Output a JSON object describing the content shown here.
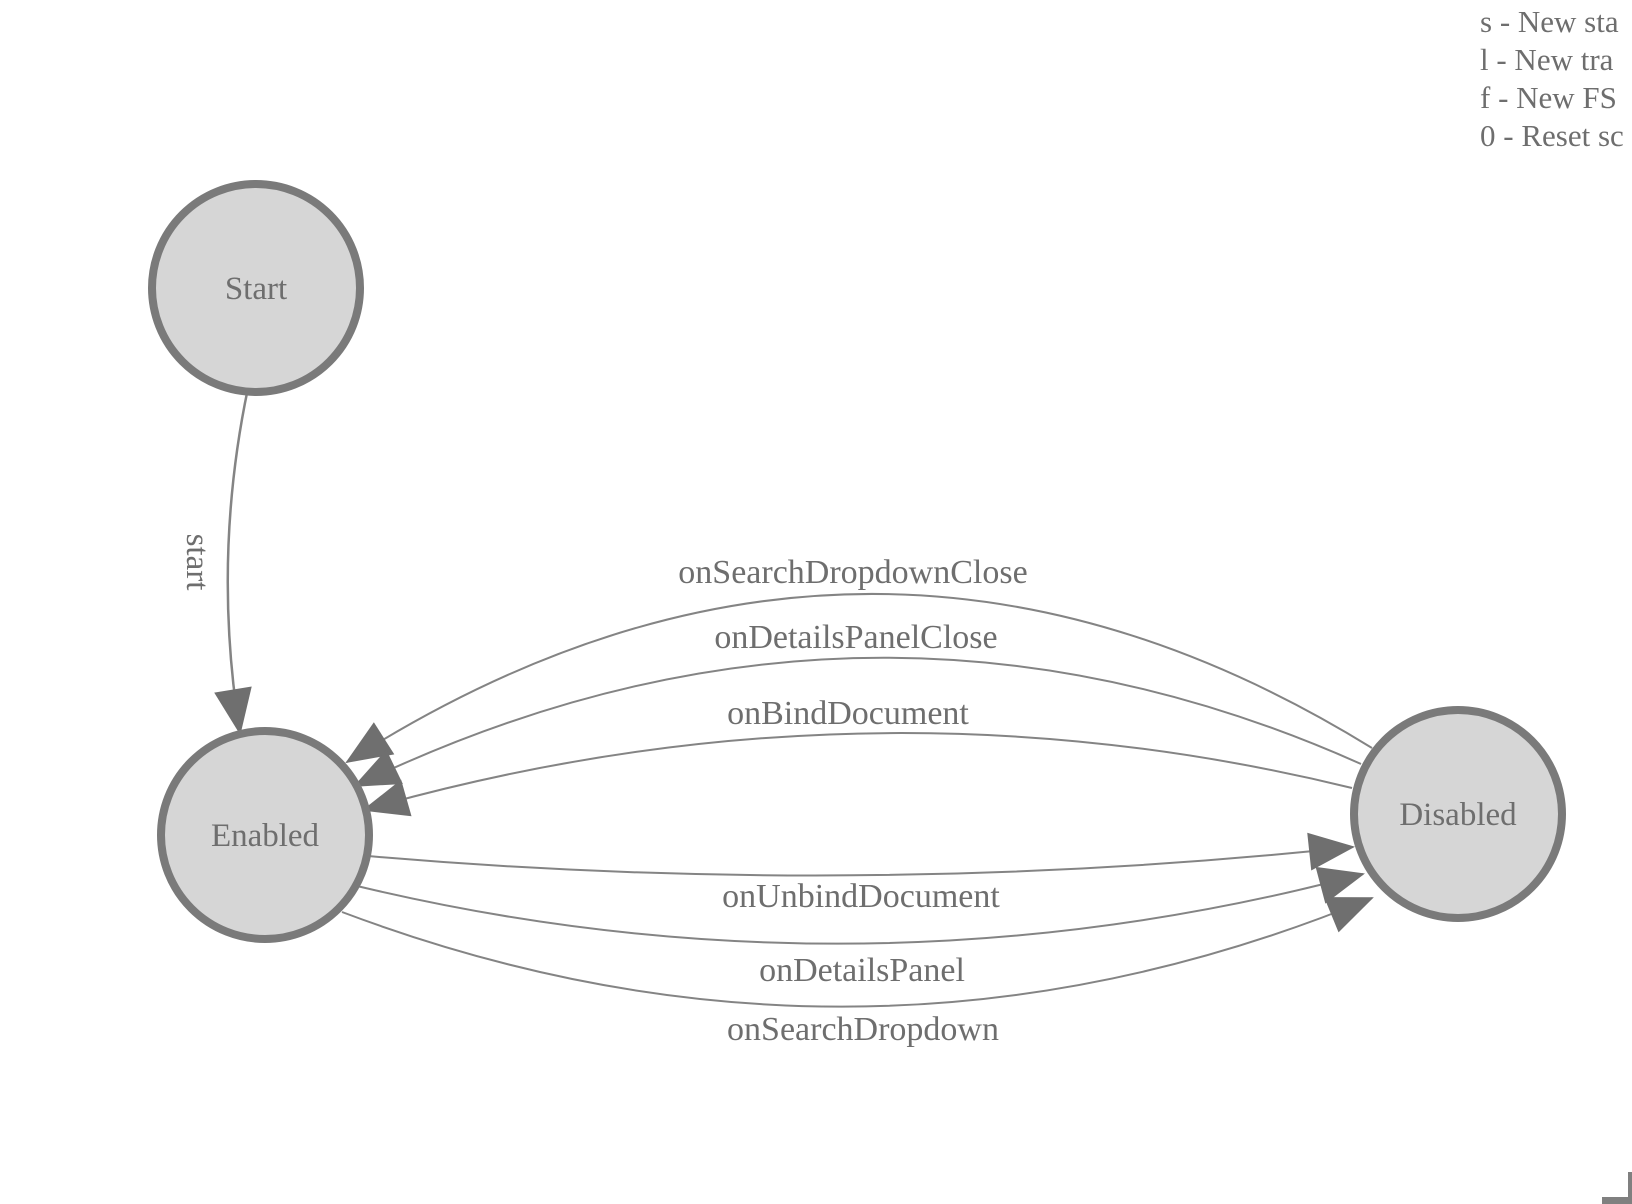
{
  "diagram": {
    "states": [
      {
        "id": "start",
        "label": "Start"
      },
      {
        "id": "enabled",
        "label": "Enabled"
      },
      {
        "id": "disabled",
        "label": "Disabled"
      }
    ],
    "start_edge": {
      "label": "start",
      "from": "Start",
      "to": "Enabled"
    },
    "transitions_disabled_to_enabled": [
      {
        "label": "onSearchDropdownClose"
      },
      {
        "label": "onDetailsPanelClose"
      },
      {
        "label": "onBindDocument"
      }
    ],
    "transitions_enabled_to_disabled": [
      {
        "label": "onUnbindDocument"
      },
      {
        "label": "onDetailsPanel"
      },
      {
        "label": "onSearchDropdown"
      }
    ]
  },
  "legend": {
    "lines": [
      {
        "label": "s - New sta"
      },
      {
        "label": "l - New tra"
      },
      {
        "label": "f - New FS"
      },
      {
        "label": "0 - Reset sc"
      }
    ]
  },
  "colors": {
    "background": "#ffffff",
    "node_fill": "#d6d6d6",
    "node_border": "#7a7a7a",
    "edge_line": "#848484",
    "arrowhead": "#6f6f6f",
    "text": "#6e6e6e",
    "corner_widget": "#808080"
  }
}
